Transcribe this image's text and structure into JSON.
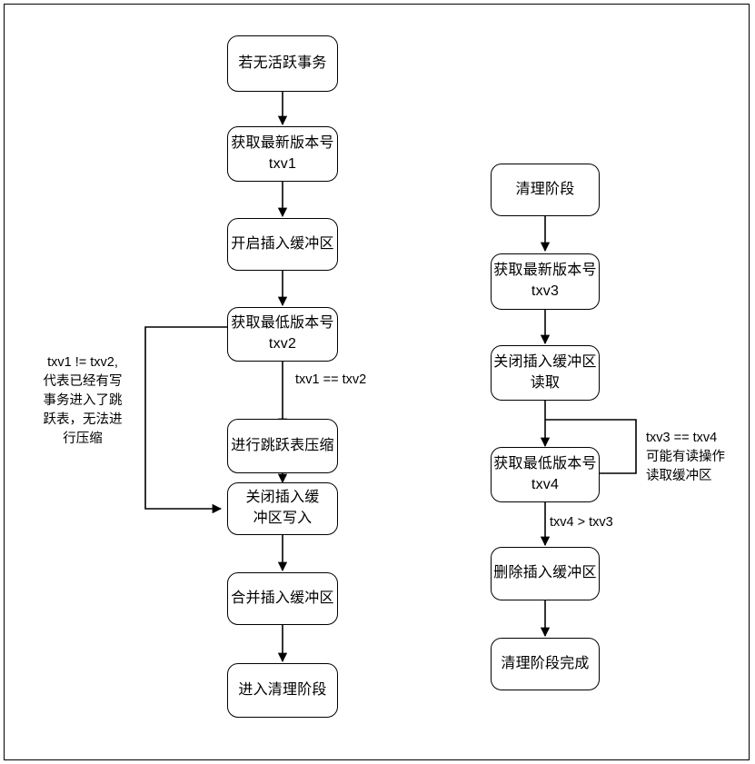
{
  "diagram": {
    "title": "",
    "stroke_color": "#000000",
    "fill_color": "#ffffff",
    "frame": true,
    "left_flow": {
      "nodes": [
        {
          "id": "l1",
          "label": "若无活跃事务"
        },
        {
          "id": "l2",
          "label": "获取最新版本号\ntxv1"
        },
        {
          "id": "l3",
          "label": "开启插入缓冲区"
        },
        {
          "id": "l4",
          "label": "获取最低版本号\ntxv2"
        },
        {
          "id": "l5",
          "label": "进行跳跃表压缩"
        },
        {
          "id": "l6",
          "label": "关闭插入缓\n冲区写入"
        },
        {
          "id": "l7",
          "label": "合并插入缓冲区"
        },
        {
          "id": "l8",
          "label": "进入清理阶段"
        }
      ],
      "edge_labels": [
        {
          "id": "le1",
          "text": " txv1 != txv2,\n代表已经有写\n事务进入了跳\n跃表，无法进\n行压缩"
        },
        {
          "id": "le2",
          "text": "txv1 == txv2"
        }
      ]
    },
    "right_flow": {
      "nodes": [
        {
          "id": "r1",
          "label": "清理阶段"
        },
        {
          "id": "r2",
          "label": "获取最新版本号\ntxv3"
        },
        {
          "id": "r3",
          "label": "关闭插入缓冲区\n读取"
        },
        {
          "id": "r4",
          "label": "获取最低版本号\ntxv4"
        },
        {
          "id": "r5",
          "label": "删除插入缓冲区"
        },
        {
          "id": "r6",
          "label": "清理阶段完成"
        }
      ],
      "edge_labels": [
        {
          "id": "re1",
          "text": "txv3 == txv4\n可能有读操作\n读取缓冲区"
        },
        {
          "id": "re2",
          "text": "txv4 > txv3"
        }
      ]
    }
  }
}
